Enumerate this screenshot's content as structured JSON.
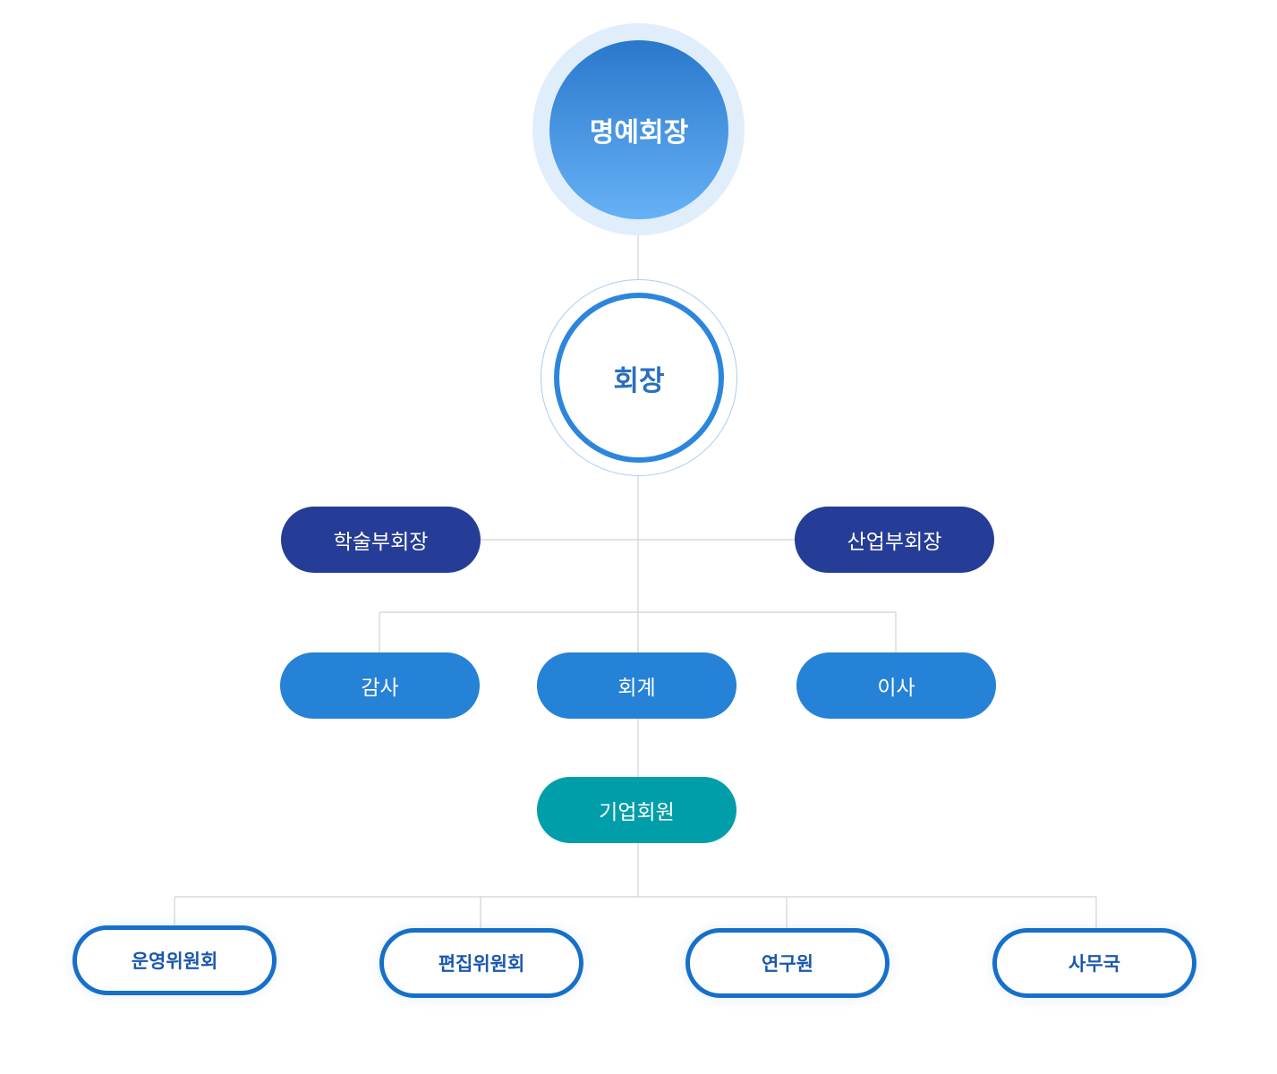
{
  "org_chart": {
    "honorary_chairman": "명예회장",
    "chairman": "회장",
    "vice_chairs": {
      "academic": "학술부회장",
      "industry": "산업부회장"
    },
    "officers": {
      "audit": "감사",
      "accounting": "회계",
      "director": "이사"
    },
    "corporate_members": "기업회원",
    "divisions": {
      "operations_committee": "운영위원회",
      "editorial_committee": "편집위원회",
      "research_institute": "연구원",
      "secretariat": "사무국"
    }
  },
  "colors": {
    "connector": "#d2d2d2",
    "navy": "#253d96",
    "blue": "#2582d6",
    "teal": "#009ea8",
    "outline_blue": "#1670c8"
  }
}
